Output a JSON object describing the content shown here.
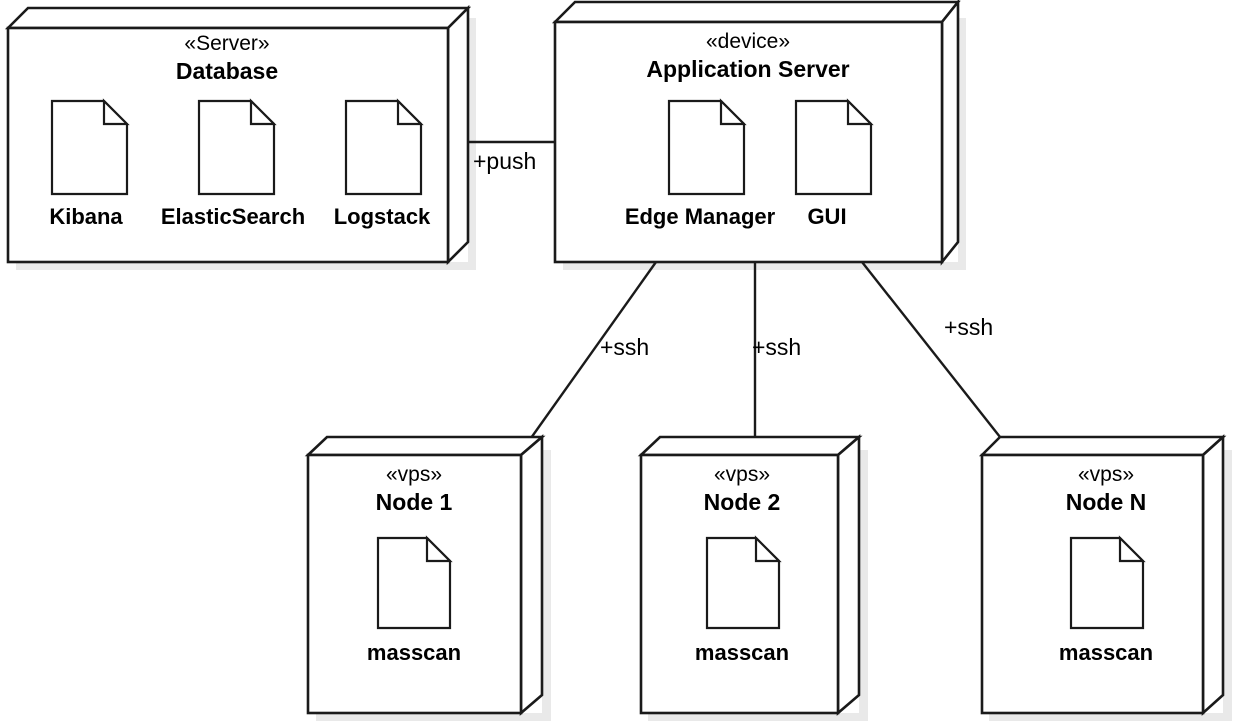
{
  "diagram": {
    "type": "uml-deployment-diagram",
    "title": "",
    "background_color": "#ffffff",
    "line_color": "#1a1a1a",
    "shadow_color": "#e9e9e9"
  },
  "nodes": [
    {
      "id": "database",
      "stereotype": "«Server»",
      "name": "Database",
      "artifacts": [
        {
          "id": "kibana",
          "name": "Kibana",
          "icon": "artifact-document-icon"
        },
        {
          "id": "elasticsearch",
          "name": "ElasticSearch",
          "icon": "artifact-document-icon"
        },
        {
          "id": "logstack",
          "name": "Logstack",
          "icon": "artifact-document-icon"
        }
      ]
    },
    {
      "id": "application-server",
      "stereotype": "«device»",
      "name": "Application Server",
      "artifacts": [
        {
          "id": "edge-manager",
          "name": "Edge Manager",
          "icon": "artifact-document-icon"
        },
        {
          "id": "gui",
          "name": "GUI",
          "icon": "artifact-document-icon"
        }
      ]
    },
    {
      "id": "node-1",
      "stereotype": "«vps»",
      "name": "Node 1",
      "artifacts": [
        {
          "id": "node1-masscan",
          "name": "masscan",
          "icon": "artifact-document-icon"
        }
      ]
    },
    {
      "id": "node-2",
      "stereotype": "«vps»",
      "name": "Node 2",
      "artifacts": [
        {
          "id": "node2-masscan",
          "name": "masscan",
          "icon": "artifact-document-icon"
        }
      ]
    },
    {
      "id": "node-n",
      "stereotype": "«vps»",
      "name": "Node N",
      "artifacts": [
        {
          "id": "nodeN-masscan",
          "name": "masscan",
          "icon": "artifact-document-icon"
        }
      ]
    }
  ],
  "connections": [
    {
      "id": "push-link",
      "from": "database",
      "to": "application-server",
      "label": "+push"
    },
    {
      "id": "ssh-link-node1",
      "from": "application-server",
      "to": "node-1",
      "label": "+ssh"
    },
    {
      "id": "ssh-link-node2",
      "from": "application-server",
      "to": "node-2",
      "label": "+ssh"
    },
    {
      "id": "ssh-link-nodeN",
      "from": "application-server",
      "to": "node-n",
      "label": "+ssh"
    }
  ]
}
